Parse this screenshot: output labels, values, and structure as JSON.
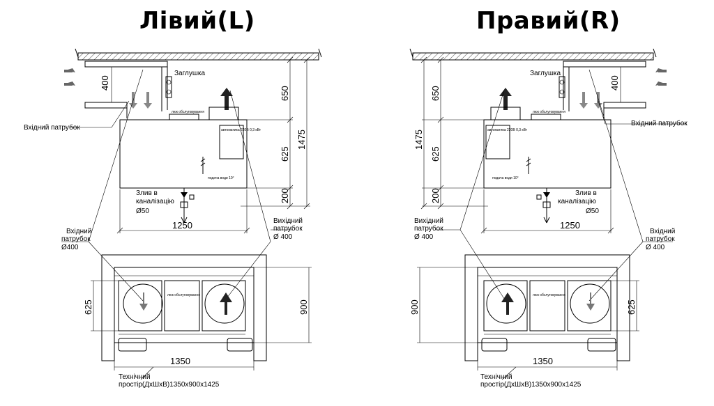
{
  "titles": {
    "left": "Лівий(L)",
    "right": "Правий(R)"
  },
  "labels": {
    "plug": "Заглушка",
    "inlet": "Вхідний патрубок",
    "service_hatch": "люк обслуговування",
    "automation": "автоматика 220В 0,3 кВт",
    "water_supply": "подача води 10°",
    "drain_1": "Злив в",
    "drain_2": "каналізацію",
    "drain_diam": "Ø50",
    "inlet_1": "Вхідний",
    "inlet_2": "патрубок",
    "inlet_diam": "Ø400",
    "outlet_1": "Вихідний",
    "outlet_2": "патрубок",
    "outlet_diam": "Ø 400",
    "tech_1": "Технічний",
    "tech_2": "простір(ДхШхВ)1350х900х1425"
  },
  "dims": {
    "d400": "400",
    "d650": "650",
    "d625": "625",
    "d200": "200",
    "d1475": "1475",
    "d1250": "1250",
    "d1350": "1350",
    "d900": "900"
  },
  "colors": {
    "line": "#000000",
    "arrow": "#555555",
    "background": "#ffffff"
  }
}
